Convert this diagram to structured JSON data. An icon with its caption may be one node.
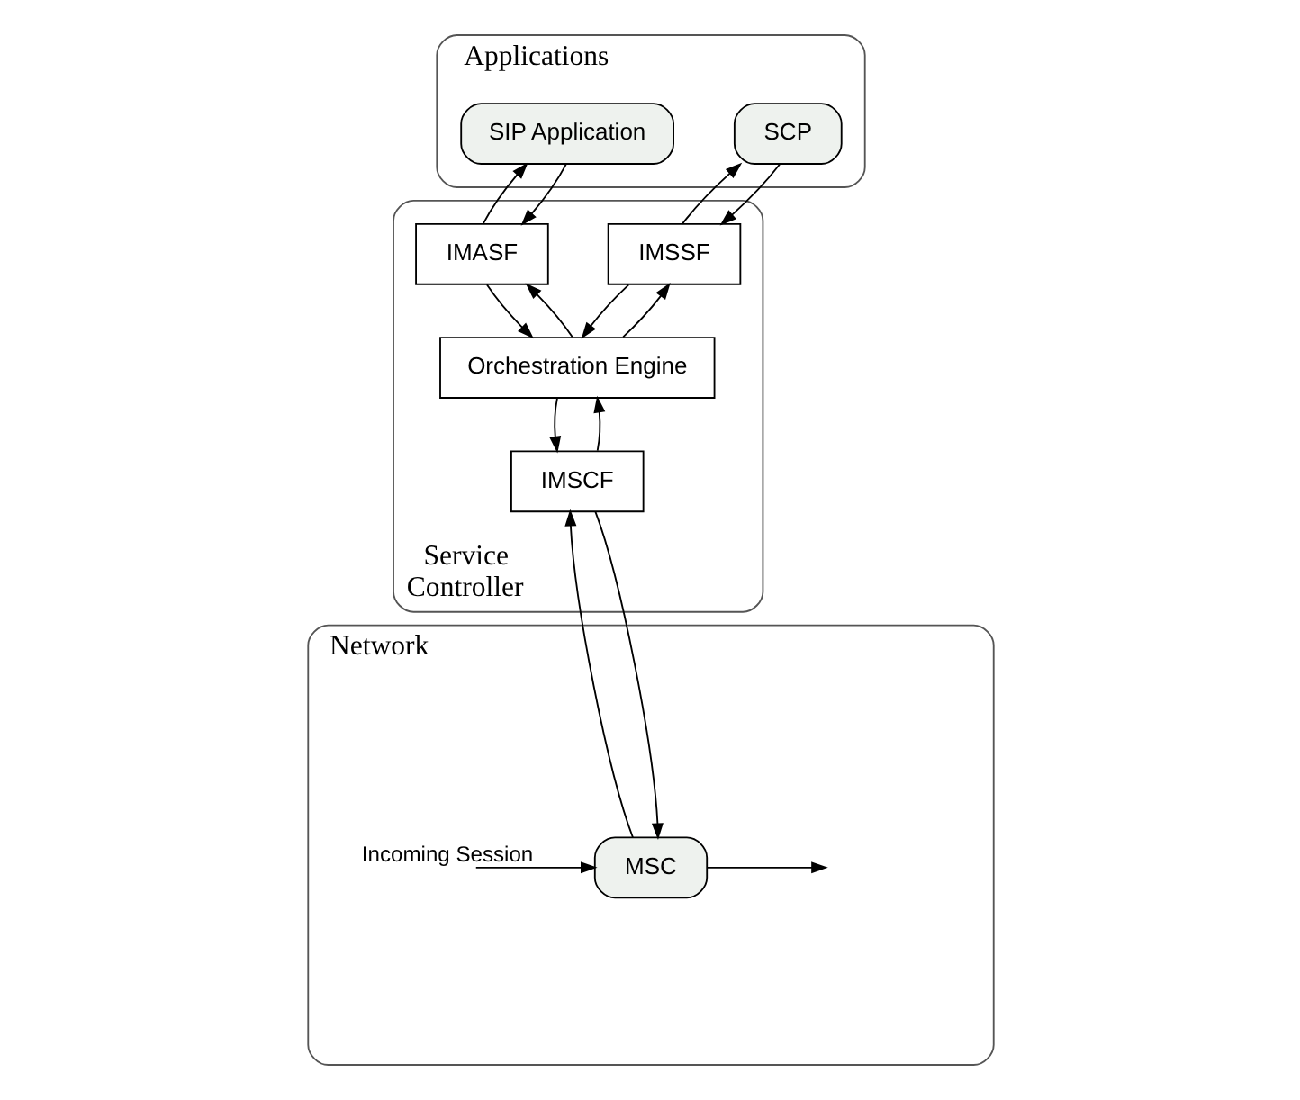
{
  "diagram": {
    "nodes": [
      {
        "text": [
          "Applications"
        ]
      },
      {
        "text": [
          "SCP"
        ],
        "in": 0
      },
      {
        "text": [
          "SIP Application"
        ],
        "in": 0
      },
      {
        "text": [
          "Service Controller"
        ]
      },
      {
        "text": [
          "IMSSF"
        ],
        "in": 3
      },
      {
        "text": [
          "IMASF"
        ],
        "in": 3
      },
      {
        "text": [
          "Orchestration Engine"
        ],
        "in": 3
      },
      {
        "text": [
          "IMSCF"
        ],
        "in": 3
      },
      {
        "text": [
          "Network"
        ]
      },
      {
        "text": [
          "MSC"
        ],
        "in": 8
      }
    ],
    "edges": [
      {
        "from": 4,
        "to": 1,
        "arrow": "to"
      },
      {
        "from": 1,
        "to": 4,
        "arrow": "to"
      },
      {
        "from": 5,
        "to": 2,
        "arrow": "to"
      },
      {
        "from": 2,
        "to": 5,
        "arrow": "to"
      },
      {
        "from": 6,
        "to": 4,
        "arrow": "to"
      },
      {
        "from": 4,
        "to": 6,
        "arrow": "to"
      },
      {
        "from": 6,
        "to": 5,
        "arrow": "to"
      },
      {
        "from": 5,
        "to": 6,
        "arrow": "to"
      },
      {
        "from": 7,
        "to": 6,
        "arrow": "to"
      },
      {
        "from": 6,
        "to": 7,
        "arrow": "to"
      },
      {
        "from": 9,
        "to": 7,
        "arrow": "to"
      },
      {
        "from": 7,
        "to": 9,
        "arrow": "to"
      },
      {
        "from": null,
        "to": 9,
        "arrow": "to",
        "label": "Incoming Session"
      },
      {
        "from": 9,
        "to": null,
        "arrow": "to"
      }
    ]
  }
}
